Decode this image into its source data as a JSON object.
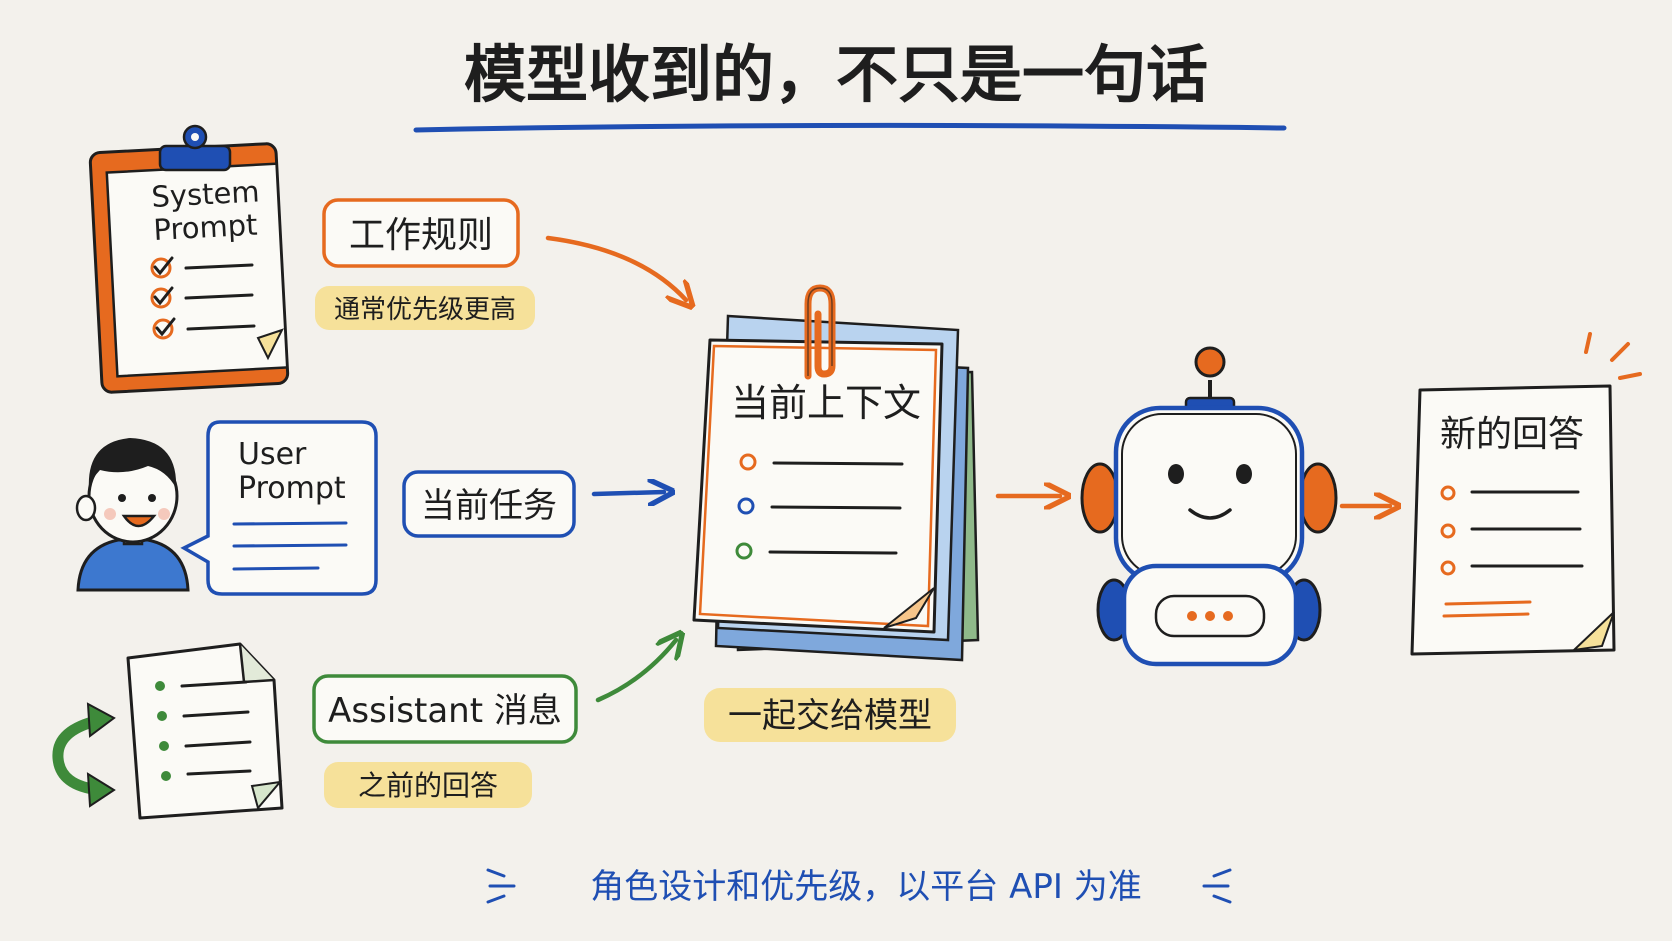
{
  "title": "模型收到的，不只是一句话",
  "system": {
    "line1": "System",
    "line2": "Prompt",
    "tag": "工作规则",
    "note": "通常优先级更高"
  },
  "user": {
    "line1": "User",
    "line2": "Prompt",
    "tag": "当前任务"
  },
  "assistant": {
    "tag": "Assistant 消息",
    "note": "之前的回答"
  },
  "context": {
    "title": "当前上下文",
    "note": "一起交给模型"
  },
  "answer": {
    "title": "新的回答"
  },
  "footer": "角色设计和优先级，以平台 API 为准",
  "colors": {
    "orange": "#e66a1f",
    "blue": "#1f4fb3",
    "green": "#3e8a3a",
    "yellow": "#f6e19a",
    "paper": "#fbfaf6",
    "ink": "#1e1e1e"
  }
}
